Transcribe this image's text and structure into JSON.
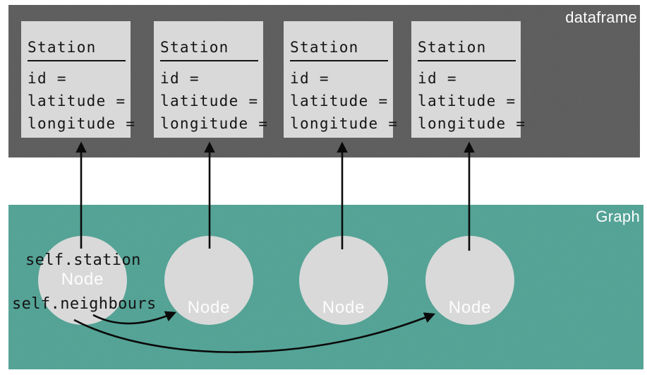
{
  "colors": {
    "page-bg": "#ffffff",
    "panel-dark": "#595959",
    "panel-teal": "#4fa294",
    "card-gray": "#d9d9d9",
    "ink": "#141414",
    "label-white": "#fdfdfd"
  },
  "dataframe_panel": {
    "label": "dataframe",
    "stations": [
      {
        "title": "Station",
        "fields": [
          "id =",
          "latitude =",
          "longitude ="
        ]
      },
      {
        "title": "Station",
        "fields": [
          "id =",
          "latitude =",
          "longitude ="
        ]
      },
      {
        "title": "Station",
        "fields": [
          "id =",
          "latitude =",
          "longitude ="
        ]
      },
      {
        "title": "Station",
        "fields": [
          "id =",
          "latitude =",
          "longitude ="
        ]
      }
    ]
  },
  "graph_panel": {
    "label": "Graph",
    "nodes": [
      {
        "label": "Node"
      },
      {
        "label": "Node"
      },
      {
        "label": "Node"
      },
      {
        "label": "Node"
      }
    ],
    "annotations": {
      "station": "self.station",
      "neighbours": "self.neighbours"
    }
  }
}
